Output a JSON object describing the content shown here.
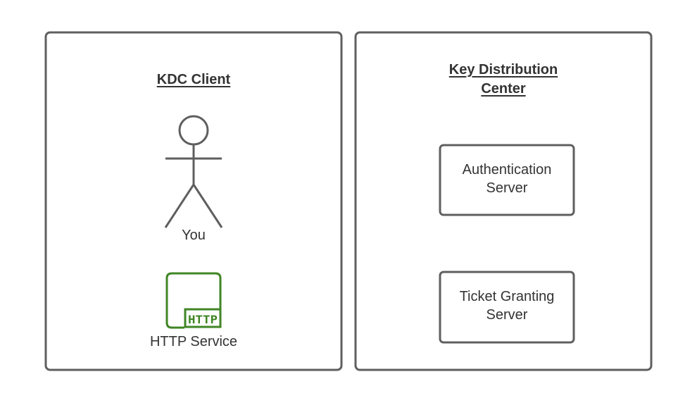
{
  "colors": {
    "stroke": "#5f5f5f",
    "http_icon": "#3f8624",
    "text": "#333333"
  },
  "client_panel": {
    "title": "KDC Client",
    "actor": {
      "icon": "stick-figure-icon",
      "label": "You"
    },
    "service": {
      "icon": "http-service-icon",
      "badge": "HTTP",
      "label": "HTTP Service"
    }
  },
  "kdc_panel": {
    "title_line1": "Key Distribution",
    "title_line2": "Center",
    "servers": [
      {
        "line1": "Authentication",
        "line2": "Server"
      },
      {
        "line1": "Ticket Granting",
        "line2": "Server"
      }
    ]
  }
}
